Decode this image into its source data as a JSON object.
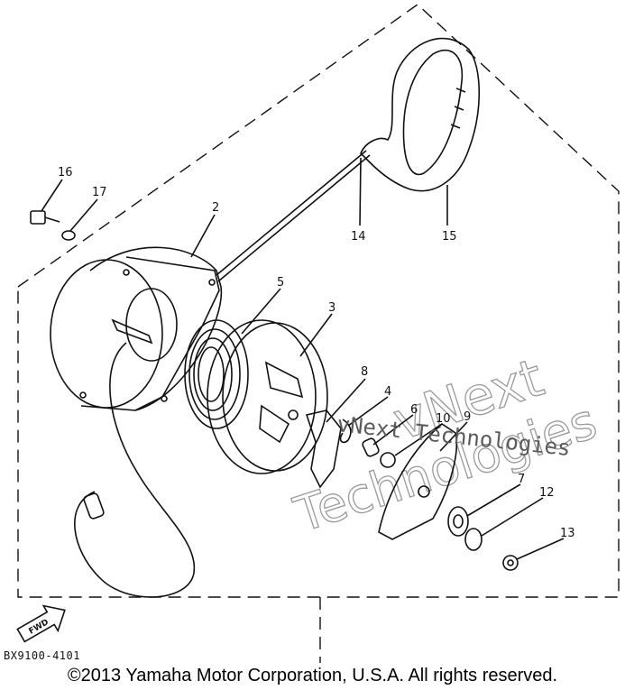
{
  "parts": [
    {
      "number": "2"
    },
    {
      "number": "3"
    },
    {
      "number": "4"
    },
    {
      "number": "5"
    },
    {
      "number": "6"
    },
    {
      "number": "7"
    },
    {
      "number": "8"
    },
    {
      "number": "9"
    },
    {
      "number": "10"
    },
    {
      "number": "12"
    },
    {
      "number": "13"
    },
    {
      "number": "14"
    },
    {
      "number": "15"
    },
    {
      "number": "16"
    },
    {
      "number": "17"
    }
  ],
  "fwd_label": "FWD",
  "ref_code": "BX9100-4101",
  "watermark": {
    "line1": "vNext",
    "line2": "Technologies",
    "overlay": "vNext Technologies"
  },
  "copyright": "©2013 Yamaha Motor Corporation, U.S.A. All rights reserved."
}
